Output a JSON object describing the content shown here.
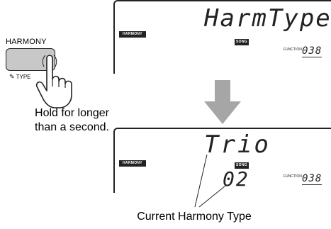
{
  "button": {
    "label": "HARMONY",
    "sublabel": "TYPE"
  },
  "instruction": {
    "line1": "Hold for longer",
    "line2": "than a second."
  },
  "display_top": {
    "main_text": "HarmType",
    "mode_label": "HARMONY",
    "song_label": "SONG",
    "function_label": "FUNCTION",
    "function_number": "038"
  },
  "display_bottom": {
    "main_text": "Trio",
    "mode_label": "HARMONY",
    "song_label": "SONG",
    "type_number": "02",
    "function_label": "FUNCTION",
    "function_number": "038"
  },
  "annotation": {
    "label": "Current Harmony Type"
  },
  "colors": {
    "lcd_outline": "#222222",
    "arrow": "#a6a6a6",
    "button_fill": "#c8c8c8"
  }
}
